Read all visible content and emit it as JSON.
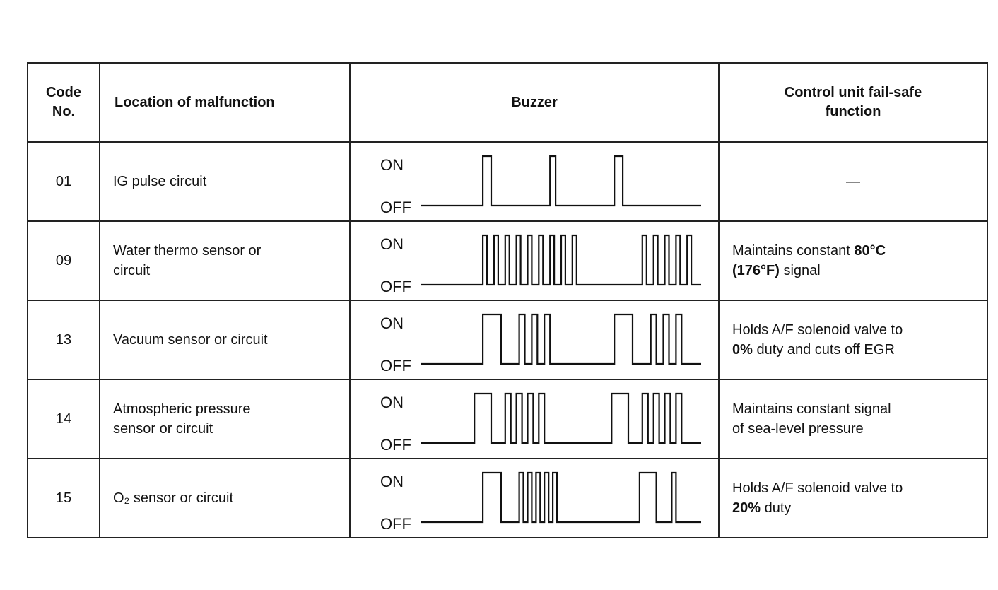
{
  "header": {
    "code_line1": "Code",
    "code_line2": "No.",
    "location": "Location of malfunction",
    "buzzer": "Buzzer",
    "failsafe_line1": "Control unit fail-safe",
    "failsafe_line2": "function"
  },
  "buzzer_labels": {
    "on": "ON",
    "off": "OFF"
  },
  "rows": [
    {
      "code": "01",
      "location": [
        "IG pulse circuit"
      ],
      "failsafe": [
        [
          {
            "t": "—",
            "b": false
          }
        ]
      ],
      "pulses": [
        [
          0.22,
          0.25
        ],
        [
          0.46,
          0.48
        ],
        [
          0.69,
          0.72
        ]
      ]
    },
    {
      "code": "09",
      "location": [
        "Water thermo sensor or",
        "circuit"
      ],
      "failsafe": [
        [
          {
            "t": "Maintains constant ",
            "b": false
          },
          {
            "t": "80°C",
            "b": true
          }
        ],
        [
          {
            "t": "(176°F)",
            "b": true
          },
          {
            "t": " signal",
            "b": false
          }
        ]
      ],
      "pulses": [
        [
          0.22,
          0.235
        ],
        [
          0.26,
          0.275
        ],
        [
          0.3,
          0.315
        ],
        [
          0.34,
          0.355
        ],
        [
          0.38,
          0.395
        ],
        [
          0.42,
          0.435
        ],
        [
          0.46,
          0.475
        ],
        [
          0.5,
          0.515
        ],
        [
          0.54,
          0.555
        ],
        [
          0.79,
          0.805
        ],
        [
          0.83,
          0.845
        ],
        [
          0.87,
          0.885
        ],
        [
          0.91,
          0.925
        ],
        [
          0.95,
          0.965
        ]
      ]
    },
    {
      "code": "13",
      "location": [
        "Vacuum sensor or circuit"
      ],
      "failsafe": [
        [
          {
            "t": "Holds A/F solenoid valve to",
            "b": false
          }
        ],
        [
          {
            "t": "0%",
            "b": true
          },
          {
            "t": " duty and cuts off EGR",
            "b": false
          }
        ]
      ],
      "pulses": [
        [
          0.22,
          0.285
        ],
        [
          0.35,
          0.37
        ],
        [
          0.395,
          0.415
        ],
        [
          0.44,
          0.46
        ],
        [
          0.69,
          0.755
        ],
        [
          0.82,
          0.84
        ],
        [
          0.865,
          0.885
        ],
        [
          0.91,
          0.93
        ]
      ]
    },
    {
      "code": "14",
      "location": [
        "Atmospheric pressure",
        "sensor or circuit"
      ],
      "failsafe": [
        [
          {
            "t": "Maintains constant signal",
            "b": false
          }
        ],
        [
          {
            "t": "of sea-level pressure",
            "b": false
          }
        ]
      ],
      "pulses": [
        [
          0.19,
          0.25
        ],
        [
          0.3,
          0.32
        ],
        [
          0.34,
          0.36
        ],
        [
          0.38,
          0.4
        ],
        [
          0.42,
          0.44
        ],
        [
          0.68,
          0.74
        ],
        [
          0.79,
          0.81
        ],
        [
          0.83,
          0.85
        ],
        [
          0.87,
          0.89
        ],
        [
          0.91,
          0.93
        ]
      ]
    },
    {
      "code": "15",
      "location": [
        "O₂ sensor or circuit"
      ],
      "failsafe": [
        [
          {
            "t": "Holds A/F solenoid valve to",
            "b": false
          }
        ],
        [
          {
            "t": "20%",
            "b": true
          },
          {
            "t": " duty",
            "b": false
          }
        ]
      ],
      "pulses": [
        [
          0.22,
          0.285
        ],
        [
          0.35,
          0.365
        ],
        [
          0.38,
          0.395
        ],
        [
          0.41,
          0.425
        ],
        [
          0.44,
          0.455
        ],
        [
          0.47,
          0.485
        ],
        [
          0.78,
          0.84
        ],
        [
          0.895,
          0.91
        ]
      ]
    }
  ]
}
